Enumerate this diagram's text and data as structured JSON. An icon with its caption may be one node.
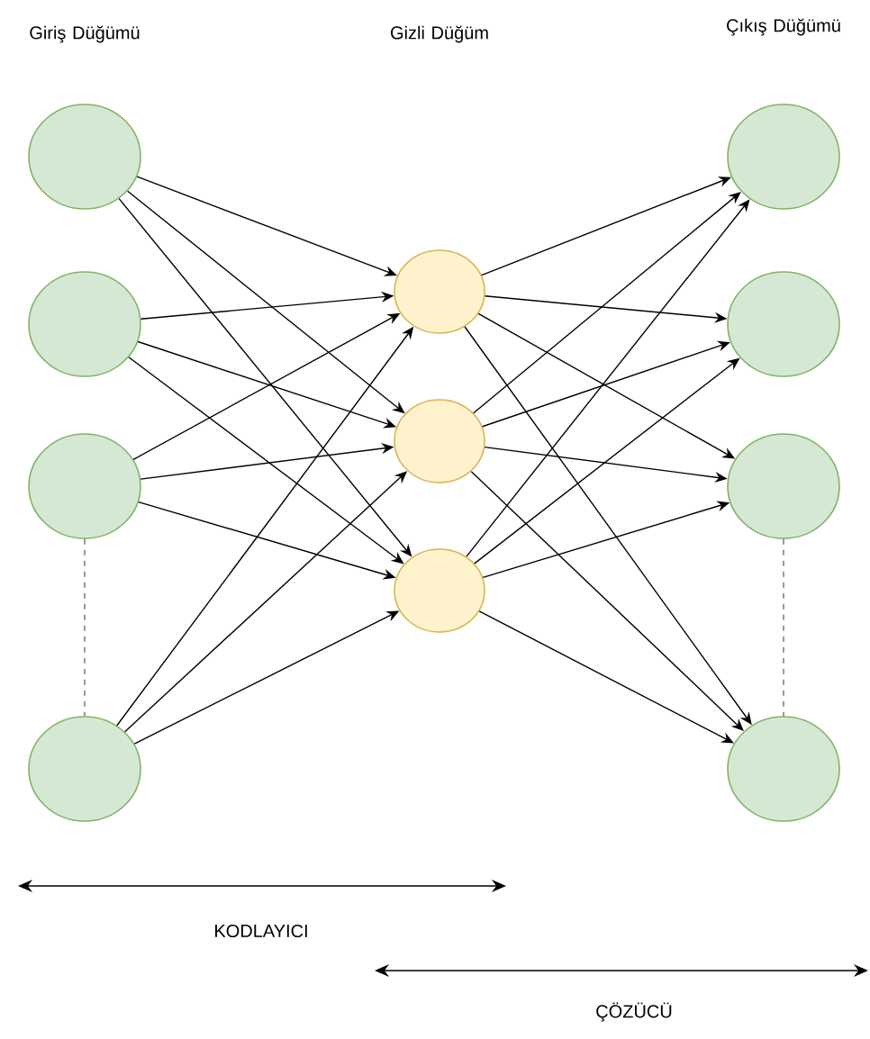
{
  "diagram": {
    "nodes": [
      {
        "text": [],
        "shape": "circle"
      },
      {
        "text": [],
        "shape": "circle"
      },
      {
        "text": [],
        "shape": "circle"
      },
      {
        "text": [],
        "shape": "circle"
      },
      {
        "text": [],
        "shape": "circle"
      },
      {
        "text": [],
        "shape": "circle"
      },
      {
        "text": [],
        "shape": "circle"
      },
      {
        "text": [],
        "shape": "circle"
      },
      {
        "text": [],
        "shape": "circle"
      },
      {
        "text": [],
        "shape": "circle"
      },
      {
        "text": [],
        "shape": "circle"
      }
    ],
    "edges": [
      {
        "from": 0,
        "to": 4,
        "arrow": "to"
      },
      {
        "from": 0,
        "to": 5,
        "arrow": "to"
      },
      {
        "from": 0,
        "to": 6,
        "arrow": "to"
      },
      {
        "from": 1,
        "to": 4,
        "arrow": "to"
      },
      {
        "from": 1,
        "to": 5,
        "arrow": "to"
      },
      {
        "from": 1,
        "to": 6,
        "arrow": "to"
      },
      {
        "from": 2,
        "to": 4,
        "arrow": "to"
      },
      {
        "from": 2,
        "to": 5,
        "arrow": "to"
      },
      {
        "from": 2,
        "to": 6,
        "arrow": "to"
      },
      {
        "from": 3,
        "to": 4,
        "arrow": "to"
      },
      {
        "from": 3,
        "to": 5,
        "arrow": "to"
      },
      {
        "from": 3,
        "to": 6,
        "arrow": "to"
      },
      {
        "from": 4,
        "to": 7,
        "arrow": "to"
      },
      {
        "from": 4,
        "to": 8,
        "arrow": "to"
      },
      {
        "from": 4,
        "to": 9,
        "arrow": "to"
      },
      {
        "from": 4,
        "to": 10,
        "arrow": "to"
      },
      {
        "from": 5,
        "to": 7,
        "arrow": "to"
      },
      {
        "from": 5,
        "to": 8,
        "arrow": "to"
      },
      {
        "from": 5,
        "to": 9,
        "arrow": "to"
      },
      {
        "from": 5,
        "to": 10,
        "arrow": "to"
      },
      {
        "from": 6,
        "to": 7,
        "arrow": "to"
      },
      {
        "from": 6,
        "to": 8,
        "arrow": "to"
      },
      {
        "from": 6,
        "to": 9,
        "arrow": "to"
      },
      {
        "from": 6,
        "to": 10,
        "arrow": "to"
      },
      {
        "from": 2,
        "to": 3,
        "arrow": "none",
        "style": "dashed"
      },
      {
        "from": 9,
        "to": 10,
        "arrow": "none",
        "style": "dashed"
      }
    ],
    "labels": [
      "Giriş Düğümü",
      "Gizli Düğüm",
      "Çıkış Düğümü",
      "KODLAYICI",
      "ÇÖZÜCÜ"
    ]
  }
}
